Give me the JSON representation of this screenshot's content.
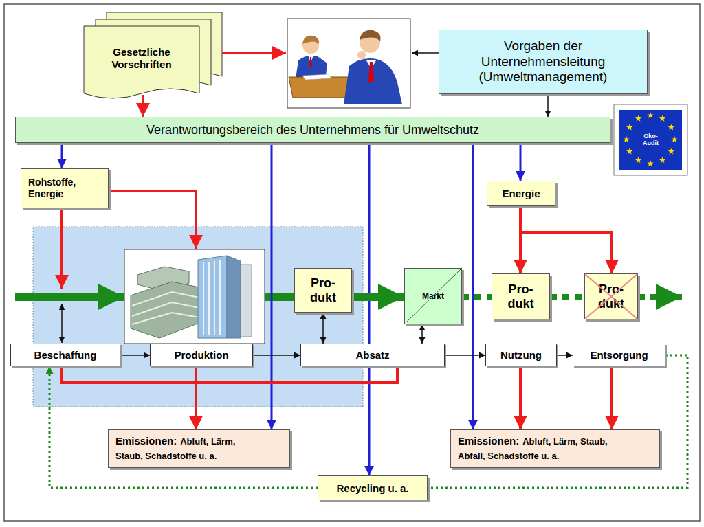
{
  "diagram": {
    "nodes": [
      {
        "text": [
          "Gesetzliche Vorschriften"
        ]
      },
      {
        "text": [
          "Vorgaben der Unternehmensleitung (Umweltmanagement)"
        ]
      },
      {
        "text": [
          "Verantwortungsbereich des Unternehmens für Umweltschutz"
        ]
      },
      {
        "text": [
          "Öko- Audit"
        ]
      },
      {
        "text": [
          "Rohstoffe, Energie"
        ]
      },
      {
        "text": [
          "Energie"
        ]
      },
      {
        "text": [
          "Pro- dukt"
        ]
      },
      {
        "text": [
          "Markt"
        ]
      },
      {
        "text": [
          "Pro- dukt"
        ]
      },
      {
        "text": [
          "Pro- dukt"
        ]
      },
      {
        "text": [
          "Beschaffung"
        ]
      },
      {
        "text": [
          "Produktion"
        ]
      },
      {
        "text": [
          "Absatz"
        ]
      },
      {
        "text": [
          "Nutzung"
        ]
      },
      {
        "text": [
          "Entsorgung"
        ]
      },
      {
        "text": [
          "Emissionen:",
          "Abluft, Lärm, Staub, Schadstoffe u. a."
        ]
      },
      {
        "text": [
          "Emissionen:",
          "Abluft, Lärm, Staub, Abfall, Schadstoffe u. a."
        ]
      },
      {
        "text": [
          "Recycling u. a."
        ]
      }
    ],
    "edges": [
      {
        "from": 0,
        "to": 2,
        "arrow": "to"
      },
      {
        "from": 1,
        "to": 2,
        "arrow": "to"
      },
      {
        "from": 2,
        "to": 4,
        "arrow": "to"
      },
      {
        "from": 2,
        "to": 15,
        "arrow": "to"
      },
      {
        "from": 2,
        "to": 17,
        "arrow": "to"
      },
      {
        "from": 2,
        "to": 16,
        "arrow": "to"
      },
      {
        "from": 2,
        "to": 5,
        "arrow": "to"
      },
      {
        "from": 6,
        "to": 7,
        "arrow": "to"
      },
      {
        "from": 7,
        "to": 8,
        "arrow": "none"
      },
      {
        "from": 8,
        "to": 9,
        "arrow": "none"
      },
      {
        "from": 6,
        "to": 12,
        "arrow": "both"
      },
      {
        "from": 7,
        "to": 12,
        "arrow": "both"
      },
      {
        "from": 10,
        "to": 11,
        "arrow": "to"
      },
      {
        "from": 11,
        "to": 12,
        "arrow": "to"
      },
      {
        "from": 12,
        "to": 13,
        "arrow": "to"
      },
      {
        "from": 13,
        "to": 14,
        "arrow": "to"
      },
      {
        "from": 11,
        "to": 15,
        "arrow": "to"
      },
      {
        "from": 10,
        "to": 15,
        "arrow": "to"
      },
      {
        "from": 12,
        "to": 15,
        "arrow": "to"
      },
      {
        "from": 5,
        "to": 8,
        "arrow": "to"
      },
      {
        "from": 5,
        "to": 9,
        "arrow": "to"
      },
      {
        "from": 13,
        "to": 16,
        "arrow": "to"
      },
      {
        "from": 14,
        "to": 16,
        "arrow": "to"
      },
      {
        "from": 14,
        "to": 17,
        "arrow": "none"
      },
      {
        "from": 17,
        "to": 10,
        "arrow": "to"
      }
    ]
  }
}
